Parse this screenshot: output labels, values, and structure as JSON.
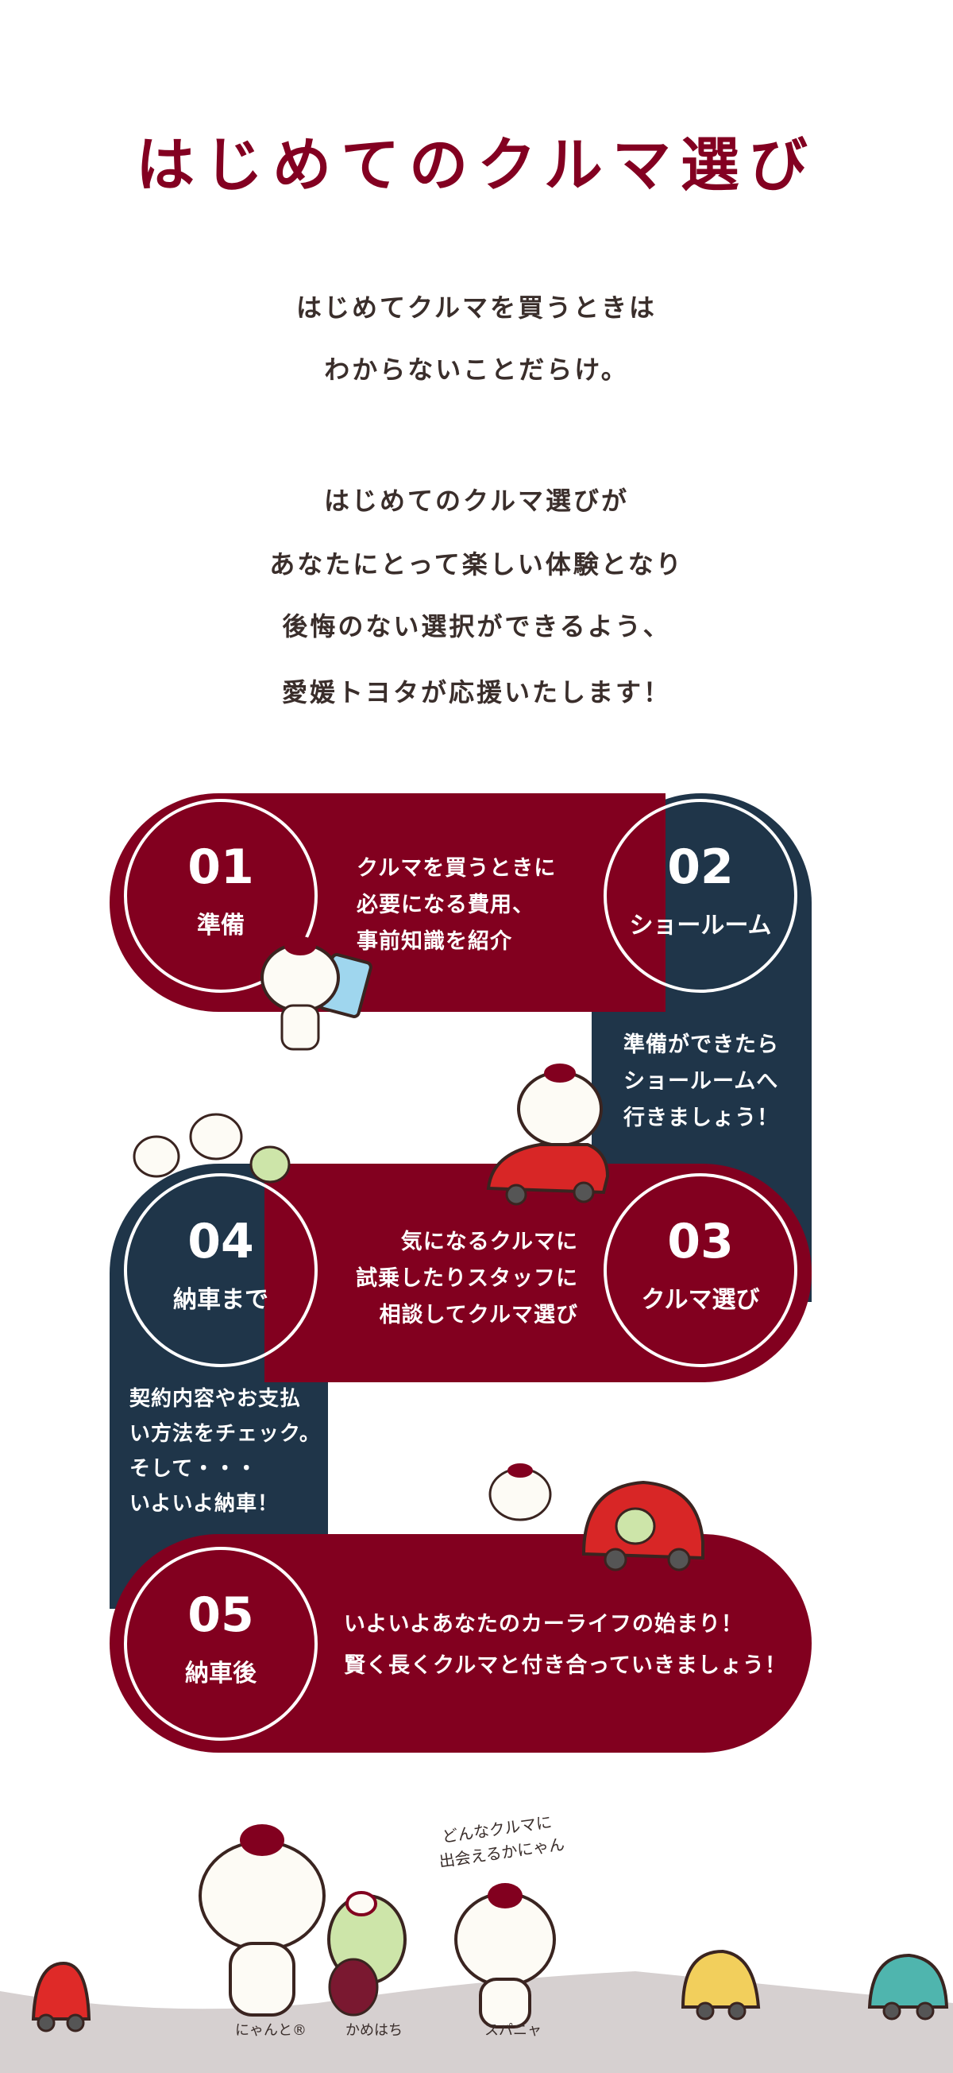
{
  "title": "はじめてのクルマ選び",
  "intro": {
    "lines": [
      "はじめてクルマを買うときは",
      "わからないことだらけ。",
      "はじめてのクルマ選びが",
      "あなたにとって楽しい体験となり",
      "後悔のない選択ができるよう、",
      "愛媛トヨタが応援いたします！"
    ]
  },
  "steps": [
    {
      "number": "01",
      "label": "準備",
      "description": [
        "クルマを買うときに",
        "必要になる費用、",
        "事前知識を紹介"
      ],
      "color": "#82001f"
    },
    {
      "number": "02",
      "label": "ショールーム",
      "description": [
        "準備ができたら",
        "ショールームへ",
        "行きましょう！"
      ],
      "color": "#1f3549"
    },
    {
      "number": "03",
      "label": "クルマ選び",
      "description": [
        "気になるクルマに",
        "試乗したりスタッフに",
        "相談してクルマ選び"
      ],
      "color": "#82001f"
    },
    {
      "number": "04",
      "label": "納車まで",
      "description": [
        "契約内容やお支払",
        "い方法をチェック。",
        "そして・・・",
        "いよいよ納車！"
      ],
      "color": "#1f3549"
    },
    {
      "number": "05",
      "label": "納車後",
      "description": [
        "いよいよあなたのカーライフの始まり！",
        "賢く長くクルマと付き合っていきましょう！"
      ],
      "color": "#82001f"
    }
  ],
  "footer": {
    "speech": [
      "どんなクルマに",
      "出会えるかにゃん"
    ],
    "characters": [
      "にゃんと®",
      "かめはち",
      "スパニャ"
    ]
  }
}
